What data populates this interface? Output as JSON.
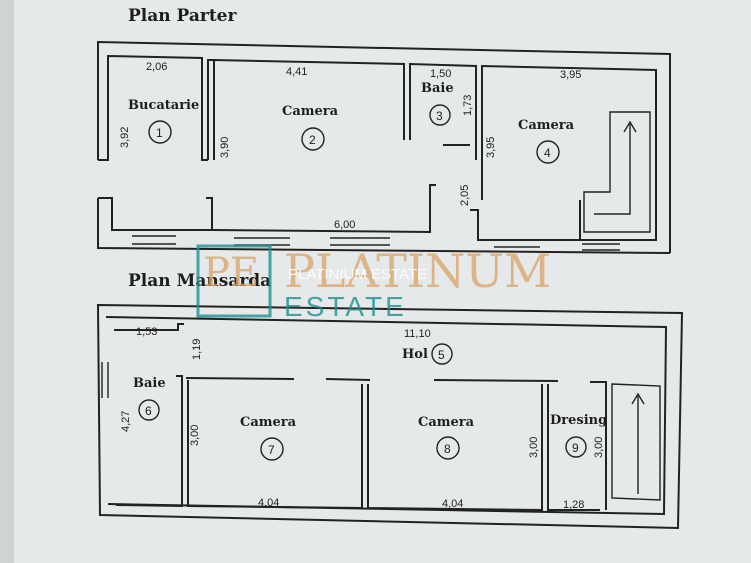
{
  "plans": {
    "ground_title": "Plan Parter",
    "attic_title": "Plan Mansarda"
  },
  "rooms": {
    "r1": {
      "label": "Bucatarie",
      "number": "1",
      "width_dim": "2,06",
      "height_dim": "3,92"
    },
    "r2": {
      "label": "Camera",
      "number": "2",
      "width_dim": "4,41",
      "height_dim": "3,90"
    },
    "r3": {
      "label": "Baie",
      "number": "3",
      "width_dim": "1,50",
      "height_dim": "1,73"
    },
    "r4": {
      "label": "Camera",
      "number": "4",
      "width_dim": "3,95",
      "height_dim": "3,95"
    },
    "corridor": {
      "width_dim": "6,00",
      "height_dim": "2,05"
    },
    "r5": {
      "label": "Hol",
      "number": "5",
      "width_dim": "11,10",
      "height_dim": "1,19"
    },
    "r6": {
      "label": "Baie",
      "number": "6",
      "width_dim": "1,53",
      "height_dim": "4,27"
    },
    "r7": {
      "label": "Camera",
      "number": "7",
      "width_dim": "4,04",
      "height_dim": "3,00"
    },
    "r8": {
      "label": "Camera",
      "number": "8",
      "width_dim": "4,04",
      "height_dim": "3,00"
    },
    "r9": {
      "label": "Dresing",
      "number": "9",
      "width_dim": "1,28",
      "height_dim": "3,00"
    }
  },
  "watermark": {
    "brand_big": "PLATINUM",
    "brand_line": "PLATINIUM ESTATE",
    "brand_estate": "ESTATE",
    "colors": {
      "gold": "#d8a468",
      "teal": "#1f8f8f"
    }
  }
}
